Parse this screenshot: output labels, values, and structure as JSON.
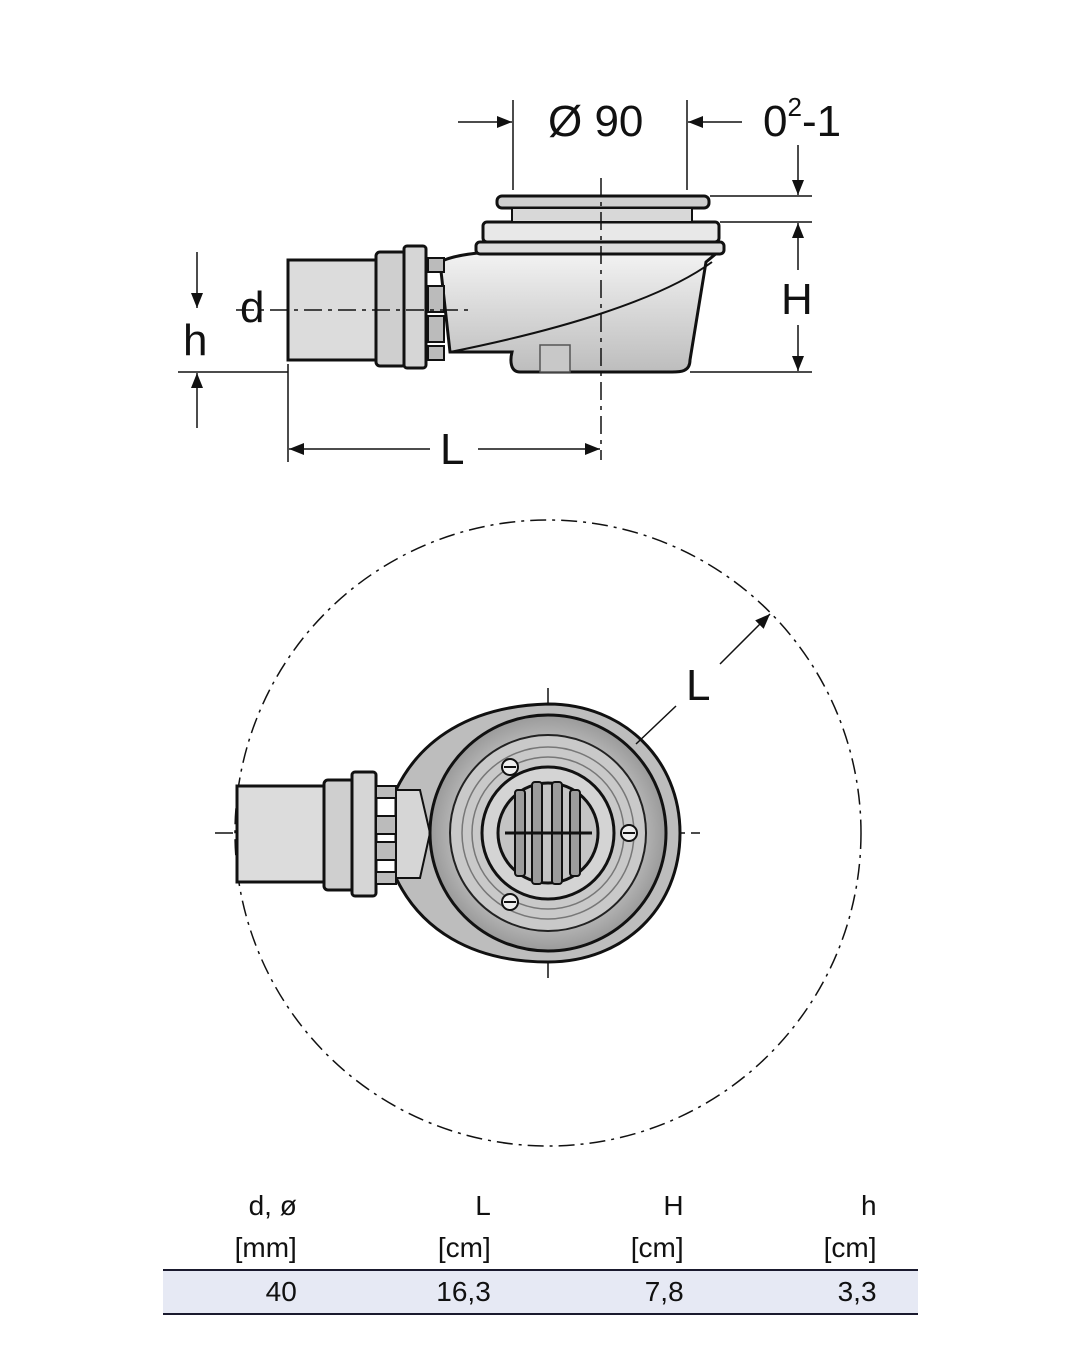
{
  "side_view": {
    "dim_diameter": "Ø 90",
    "dim_tolerance_base": "0",
    "dim_tolerance_sup": "2",
    "dim_tolerance_tail": "-1",
    "dim_H": "H",
    "dim_d": "d",
    "dim_h": "h",
    "dim_L": "L"
  },
  "top_view": {
    "dim_L": "L"
  },
  "table": {
    "headers": [
      {
        "label": "d, ø",
        "unit": "[mm]"
      },
      {
        "label": "L",
        "unit": "[cm]"
      },
      {
        "label": "H",
        "unit": "[cm]"
      },
      {
        "label": "h",
        "unit": "[cm]"
      }
    ],
    "rows": [
      [
        "40",
        "16,3",
        "7,8",
        "3,3"
      ]
    ]
  }
}
